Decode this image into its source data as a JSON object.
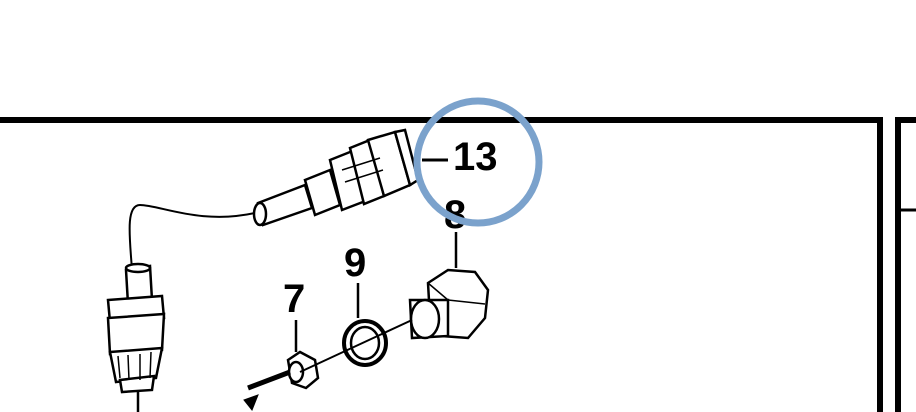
{
  "diagram": {
    "callouts": [
      {
        "id": "c13",
        "label": "13"
      },
      {
        "id": "c8",
        "label": "8"
      },
      {
        "id": "c9",
        "label": "9"
      },
      {
        "id": "c7",
        "label": "7"
      }
    ],
    "highlight_color": "#7ba2cc",
    "line_color": "#000000"
  }
}
